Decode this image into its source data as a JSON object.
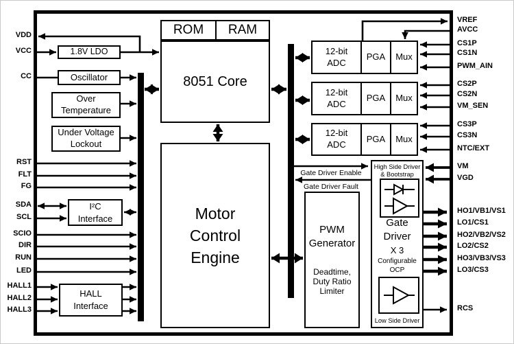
{
  "diagram": {
    "background": "#ffffff",
    "line_color": "#000000"
  },
  "blocks": {
    "rom": "ROM",
    "ram": "RAM",
    "core": "8051 Core",
    "mce": [
      "Motor",
      "Control",
      "Engine"
    ],
    "ldo": "1.8V LDO",
    "oscillator": "Oscillator",
    "over_temperature": [
      "Over",
      "Temperature"
    ],
    "under_voltage": [
      "Under Voltage",
      "Lockout"
    ],
    "i2c": [
      "I²C",
      "Interface"
    ],
    "hall": [
      "HALL",
      "Interface"
    ],
    "adc": [
      "12-bit",
      "ADC"
    ],
    "pga": "PGA",
    "mux": "Mux",
    "pwm": [
      "PWM",
      "Generator"
    ],
    "pwm_sub": [
      "Deadtime,",
      "Duty Ratio",
      "Limiter"
    ],
    "gate_hs": [
      "High Side Driver",
      "& Bootstrap"
    ],
    "gate_name": [
      "Gate",
      "Driver"
    ],
    "gate_mult": "X 3",
    "gate_ocp": [
      "Configurable",
      "OCP"
    ],
    "gate_ls": "Low Side Driver",
    "enable": "Gate Driver Enable",
    "fault": "Gate Driver Fault"
  },
  "pins": {
    "left": [
      {
        "label": "VDD",
        "dir": "out"
      },
      {
        "label": "VCC",
        "dir": "in"
      },
      {
        "label": "CC",
        "dir": "in"
      },
      {
        "label": "RST",
        "dir": "in"
      },
      {
        "label": "FLT",
        "dir": "in"
      },
      {
        "label": "FG",
        "dir": "in"
      },
      {
        "label": "SDA",
        "dir": "bidir"
      },
      {
        "label": "SCL",
        "dir": "in"
      },
      {
        "label": "SCIO",
        "dir": "in"
      },
      {
        "label": "DIR",
        "dir": "in"
      },
      {
        "label": "RUN",
        "dir": "in"
      },
      {
        "label": "LED",
        "dir": "in"
      },
      {
        "label": "HALL1",
        "dir": "in"
      },
      {
        "label": "HALL2",
        "dir": "in"
      },
      {
        "label": "HALL3",
        "dir": "in"
      }
    ],
    "right": [
      {
        "label": "VREF",
        "dir": "out"
      },
      {
        "label": "AVCC",
        "dir": "in"
      },
      {
        "label": "CS1P",
        "dir": "in"
      },
      {
        "label": "CS1N",
        "dir": "in"
      },
      {
        "label": "PWM_AIN",
        "dir": "in"
      },
      {
        "label": "CS2P",
        "dir": "in"
      },
      {
        "label": "CS2N",
        "dir": "in"
      },
      {
        "label": "VM_SEN",
        "dir": "in"
      },
      {
        "label": "CS3P",
        "dir": "in"
      },
      {
        "label": "CS3N",
        "dir": "in"
      },
      {
        "label": "NTC/EXT",
        "dir": "in"
      },
      {
        "label": "VM",
        "dir": "in"
      },
      {
        "label": "VGD",
        "dir": "in"
      },
      {
        "label": "HO1/VB1/VS1",
        "dir": "out"
      },
      {
        "label": "LO1/CS1",
        "dir": "out"
      },
      {
        "label": "HO2/VB2/VS2",
        "dir": "out"
      },
      {
        "label": "LO2/CS2",
        "dir": "out"
      },
      {
        "label": "HO3/VB3/VS3",
        "dir": "out"
      },
      {
        "label": "LO3/CS3",
        "dir": "out"
      },
      {
        "label": "RCS",
        "dir": "out"
      }
    ]
  }
}
